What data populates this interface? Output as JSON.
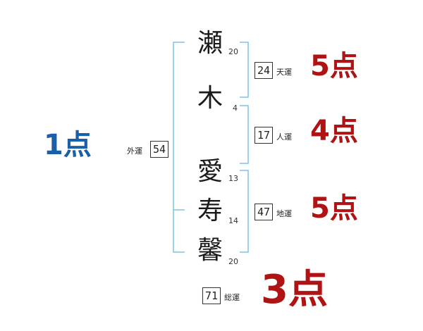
{
  "name_chars": [
    {
      "char": "瀬",
      "strokes": "20"
    },
    {
      "char": "木",
      "strokes": "4"
    },
    {
      "char": "愛",
      "strokes": "13"
    },
    {
      "char": "寿",
      "strokes": "14"
    },
    {
      "char": "馨",
      "strokes": "20"
    }
  ],
  "fortunes": {
    "tenkaku": {
      "label": "天運",
      "value": "24",
      "score": "5点"
    },
    "jinkaku": {
      "label": "人運",
      "value": "17",
      "score": "4点"
    },
    "chikaku": {
      "label": "地運",
      "value": "47",
      "score": "5点"
    },
    "gaikaku": {
      "label": "外運",
      "value": "54",
      "score": "1点"
    },
    "soukaku": {
      "label": "総運",
      "value": "71",
      "score": "3点"
    }
  },
  "colors": {
    "bracket": "#7fc3e6",
    "score_red": "#b01313",
    "score_blue": "#1a5fa8"
  }
}
